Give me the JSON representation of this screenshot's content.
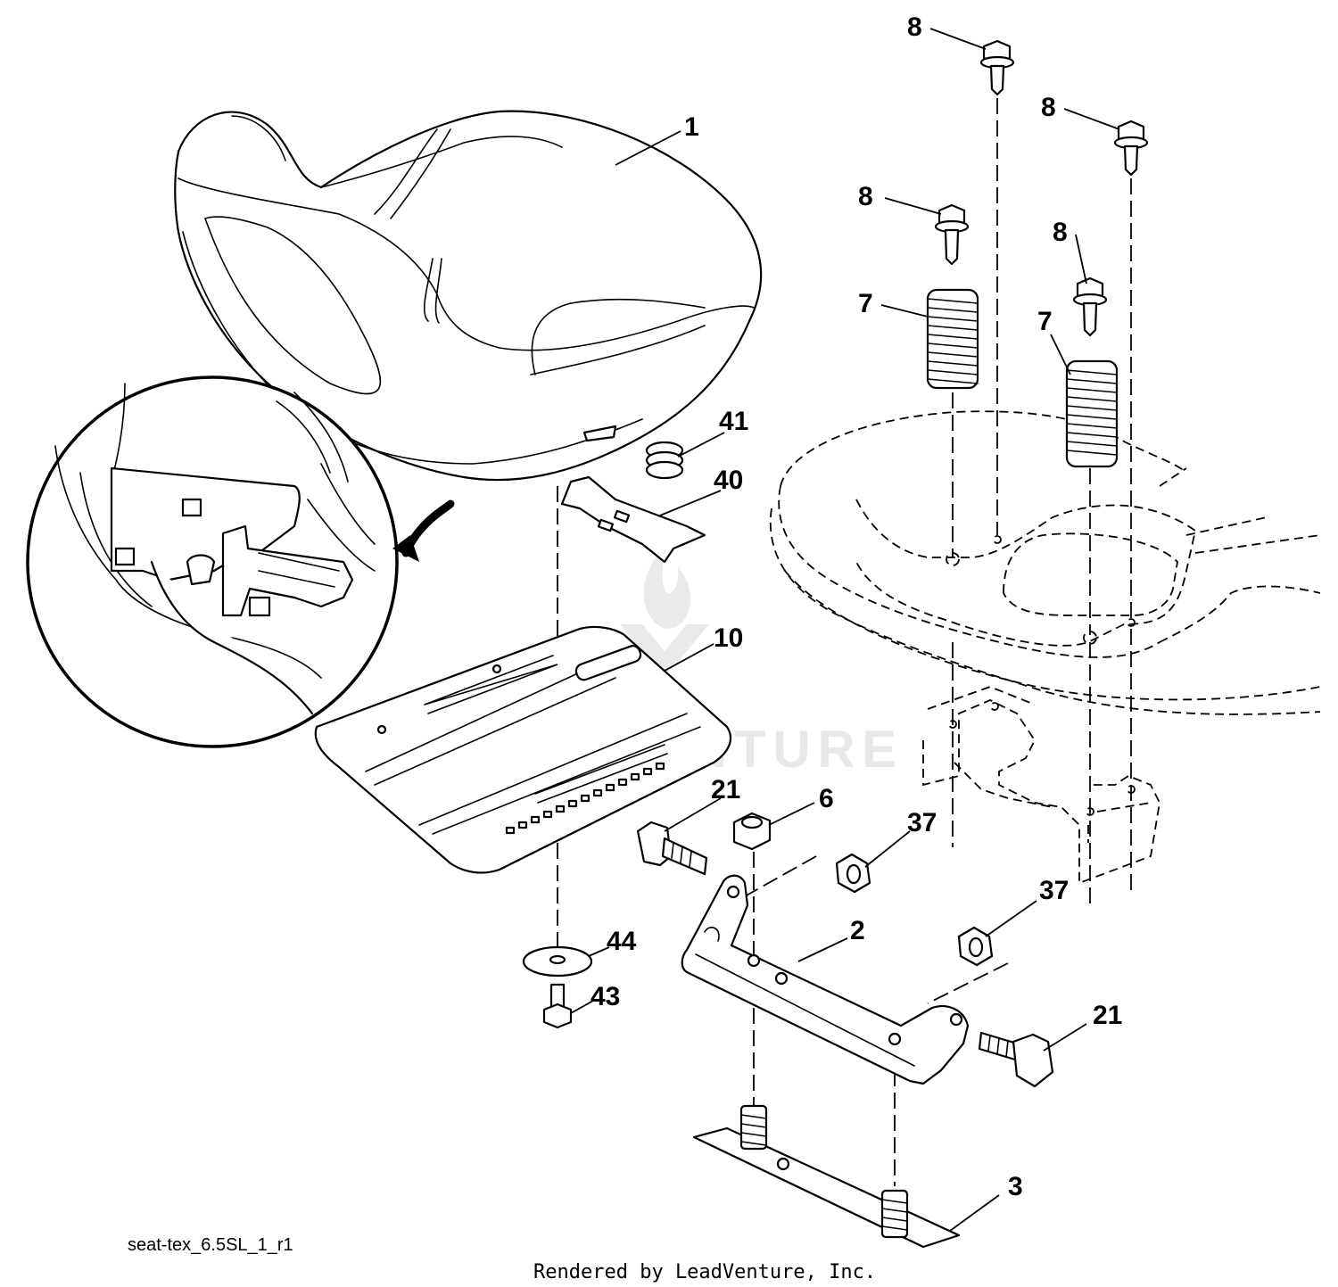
{
  "callouts": {
    "c1": "1",
    "c2": "2",
    "c3": "3",
    "c6": "6",
    "c7a": "7",
    "c7b": "7",
    "c8a": "8",
    "c8b": "8",
    "c8c": "8",
    "c8d": "8",
    "c10": "10",
    "c21a": "21",
    "c21b": "21",
    "c37a": "37",
    "c37b": "37",
    "c40": "40",
    "c41": "41",
    "c43": "43",
    "c44": "44"
  },
  "footer": {
    "diagram_id": "seat-tex_6.5SL_1_r1",
    "credit": "Rendered by LeadVenture, Inc."
  },
  "watermark": {
    "logo_text": "LEADVENTURE"
  },
  "icons": {
    "watermark_logo": "leadventure-flame-logo"
  }
}
